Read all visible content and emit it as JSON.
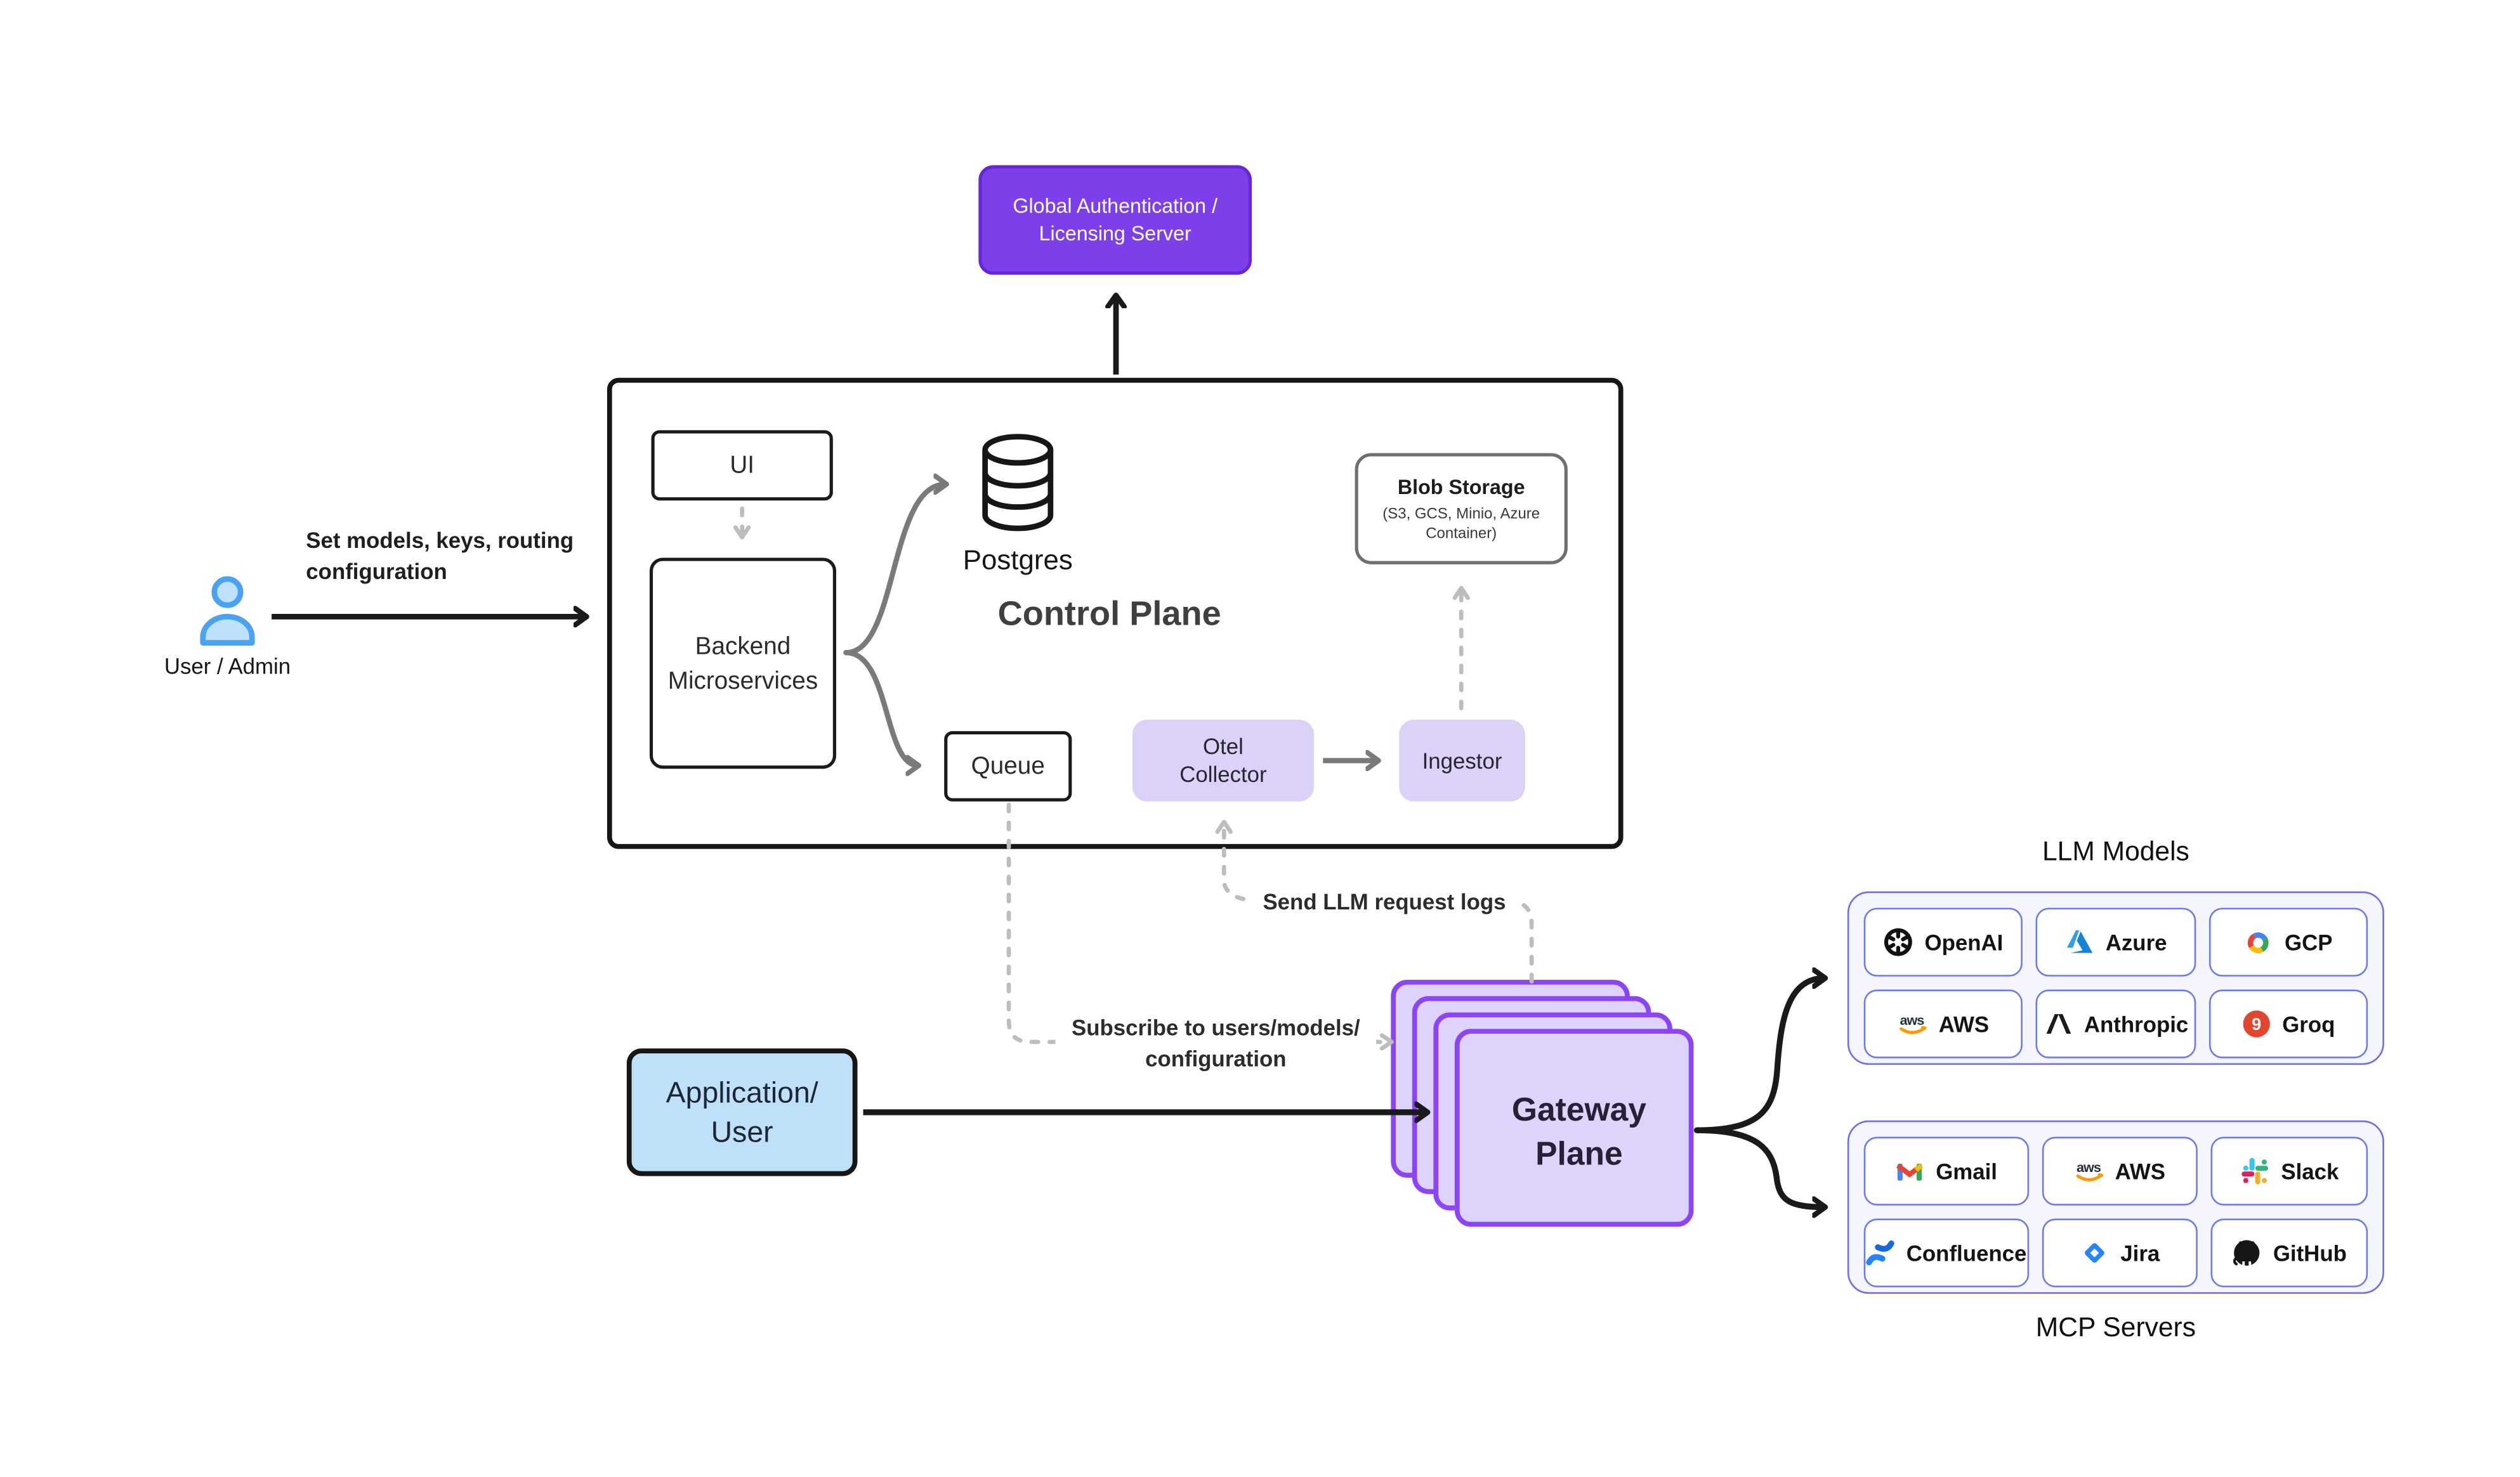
{
  "nodes": {
    "auth": {
      "line1": "Global Authentication /",
      "line2": "Licensing Server"
    },
    "control_plane": {
      "title": "Control Plane"
    },
    "ui": {
      "label": "UI"
    },
    "backend": {
      "line1": "Backend",
      "line2": "Microservices"
    },
    "postgres": {
      "label": "Postgres"
    },
    "blob": {
      "title": "Blob Storage",
      "sub1": "(S3, GCS, Minio, Azure",
      "sub2": "Container)"
    },
    "queue": {
      "label": "Queue"
    },
    "otel": {
      "line1": "Otel",
      "line2": "Collector"
    },
    "ingestor": {
      "label": "Ingestor"
    },
    "user_admin": {
      "label": "User / Admin"
    },
    "app_user": {
      "line1": "Application/",
      "line2": "User"
    },
    "gateway": {
      "line1": "Gateway",
      "line2": "Plane"
    }
  },
  "edges": {
    "set_models": {
      "line1": "Set models, keys, routing",
      "line2": "configuration"
    },
    "send_logs": {
      "label": "Send LLM request logs"
    },
    "subscribe": {
      "line1": "Subscribe to users/models/",
      "line2": "configuration"
    }
  },
  "llm_panel": {
    "title": "LLM Models",
    "items": [
      {
        "label": "OpenAI",
        "icon": "openai-icon"
      },
      {
        "label": "Azure",
        "icon": "azure-icon"
      },
      {
        "label": "GCP",
        "icon": "gcp-icon"
      },
      {
        "label": "AWS",
        "icon": "aws-icon"
      },
      {
        "label": "Anthropic",
        "icon": "anthropic-icon"
      },
      {
        "label": "Groq",
        "icon": "groq-icon"
      }
    ]
  },
  "mcp_panel": {
    "title": "MCP Servers",
    "items": [
      {
        "label": "Gmail",
        "icon": "gmail-icon"
      },
      {
        "label": "AWS",
        "icon": "aws-icon"
      },
      {
        "label": "Slack",
        "icon": "slack-icon"
      },
      {
        "label": "Confluence",
        "icon": "confluence-icon"
      },
      {
        "label": "Jira",
        "icon": "jira-icon"
      },
      {
        "label": "GitHub",
        "icon": "github-icon"
      }
    ]
  },
  "colors": {
    "auth_bg": "#7c3fea",
    "gateway_border": "#8b45f6",
    "gateway_bg": "#ded3fa",
    "lavender_bg": "#dcd2f8",
    "app_bg": "#bfe0f9",
    "panel_border": "#6e6aef",
    "card_border": "#6a7af3",
    "dashed_gray": "#bdbdbd",
    "solid_gray": "#7a7a7a",
    "ink": "#1a1a1a"
  }
}
